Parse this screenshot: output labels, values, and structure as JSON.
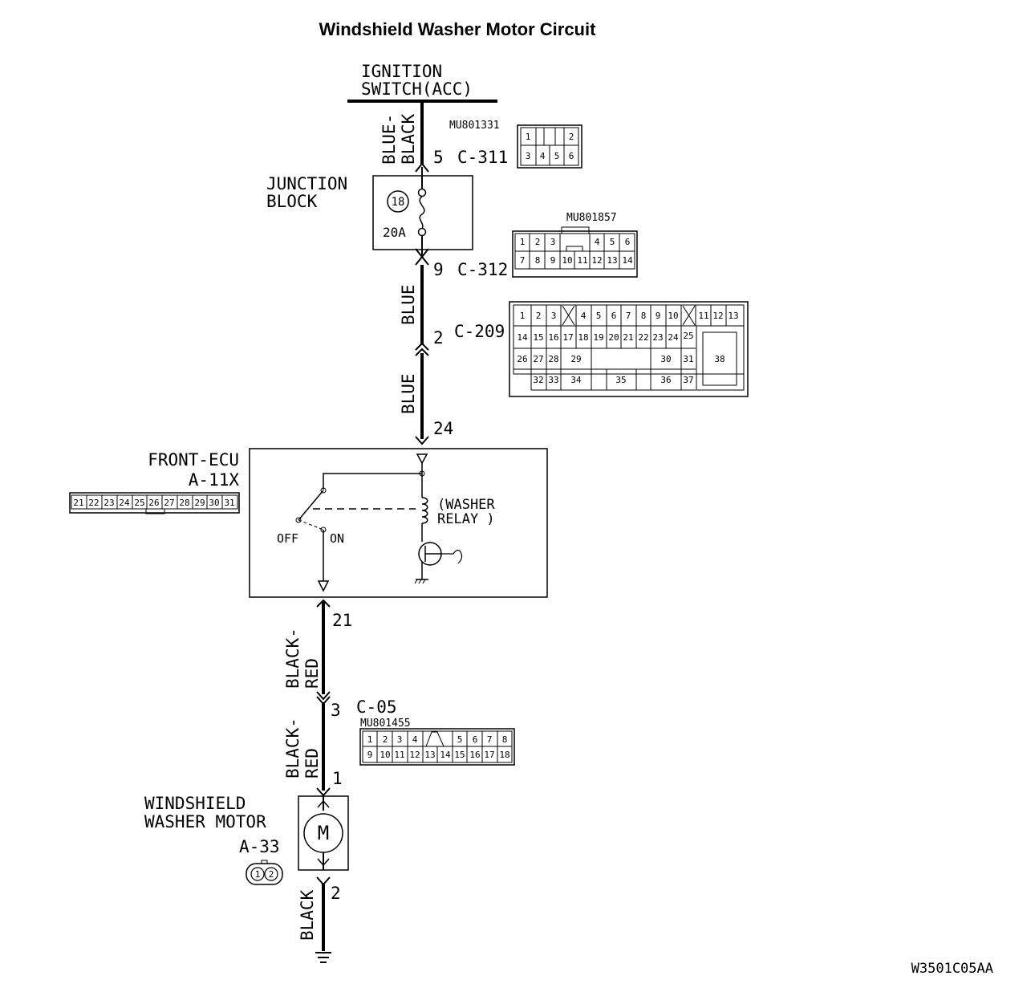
{
  "title": "Windshield Washer Motor Circuit",
  "ignition": [
    "IGNITION",
    "SWITCH(ACC)"
  ],
  "wires": {
    "w1": [
      "BLUE-",
      "BLACK"
    ],
    "w2": "BLUE",
    "w3": "BLUE",
    "w4": [
      "BLACK-",
      "RED"
    ],
    "w5": [
      "BLACK-",
      "RED"
    ],
    "w6": "BLACK"
  },
  "connectors": {
    "c311": {
      "pin": "5",
      "name": "C-311",
      "part": "MU801331",
      "pins": [
        "1",
        "2",
        "3",
        "4",
        "5",
        "6"
      ]
    },
    "c312": {
      "pin": "9",
      "name": "C-312",
      "part": "MU801857",
      "row1": [
        "1",
        "2",
        "3",
        "4",
        "5",
        "6"
      ],
      "row2": [
        "7",
        "8",
        "9",
        "10",
        "11",
        "12",
        "13",
        "14"
      ]
    },
    "c209": {
      "pin": "2",
      "name": "C-209",
      "row1": [
        "1",
        "2",
        "3",
        "4",
        "5",
        "6",
        "7",
        "8",
        "9",
        "10",
        "11",
        "12",
        "13"
      ],
      "row2": [
        "14",
        "15",
        "16",
        "17",
        "18",
        "19",
        "20",
        "21",
        "22",
        "23",
        "24",
        "25"
      ],
      "row3": [
        "26",
        "27",
        "28",
        "29",
        "30",
        "31",
        "38"
      ],
      "row4": [
        "32",
        "33",
        "34",
        "35",
        "36",
        "37"
      ]
    },
    "ecu_in": {
      "pin": "24"
    },
    "ecu_out": {
      "pin": "21"
    },
    "c05": {
      "pin": "3",
      "name": "C-05",
      "part": "MU801455",
      "row1": [
        "1",
        "2",
        "3",
        "4",
        "5",
        "6",
        "7",
        "8"
      ],
      "row2": [
        "9",
        "10",
        "11",
        "12",
        "13",
        "14",
        "15",
        "16",
        "17",
        "18"
      ]
    },
    "a11x": {
      "pins": [
        "21",
        "22",
        "23",
        "24",
        "25",
        "26",
        "27",
        "28",
        "29",
        "30",
        "31"
      ]
    },
    "motor_in": {
      "pin": "1"
    },
    "motor_out": {
      "pin": "2"
    }
  },
  "junction": {
    "label": [
      "JUNCTION",
      "BLOCK"
    ],
    "fuse_no": "18",
    "fuse_rating": "20A"
  },
  "ecu": {
    "label": "FRONT-ECU",
    "code": "A-11X",
    "relay": [
      "(WASHER",
      "RELAY )"
    ],
    "off": "OFF",
    "on": "ON"
  },
  "motor": {
    "label": [
      "WINDSHIELD",
      "WASHER MOTOR"
    ],
    "code": "A-33",
    "symbol": "M",
    "pins": [
      "1",
      "2"
    ]
  },
  "footer": "W3501C05AA"
}
